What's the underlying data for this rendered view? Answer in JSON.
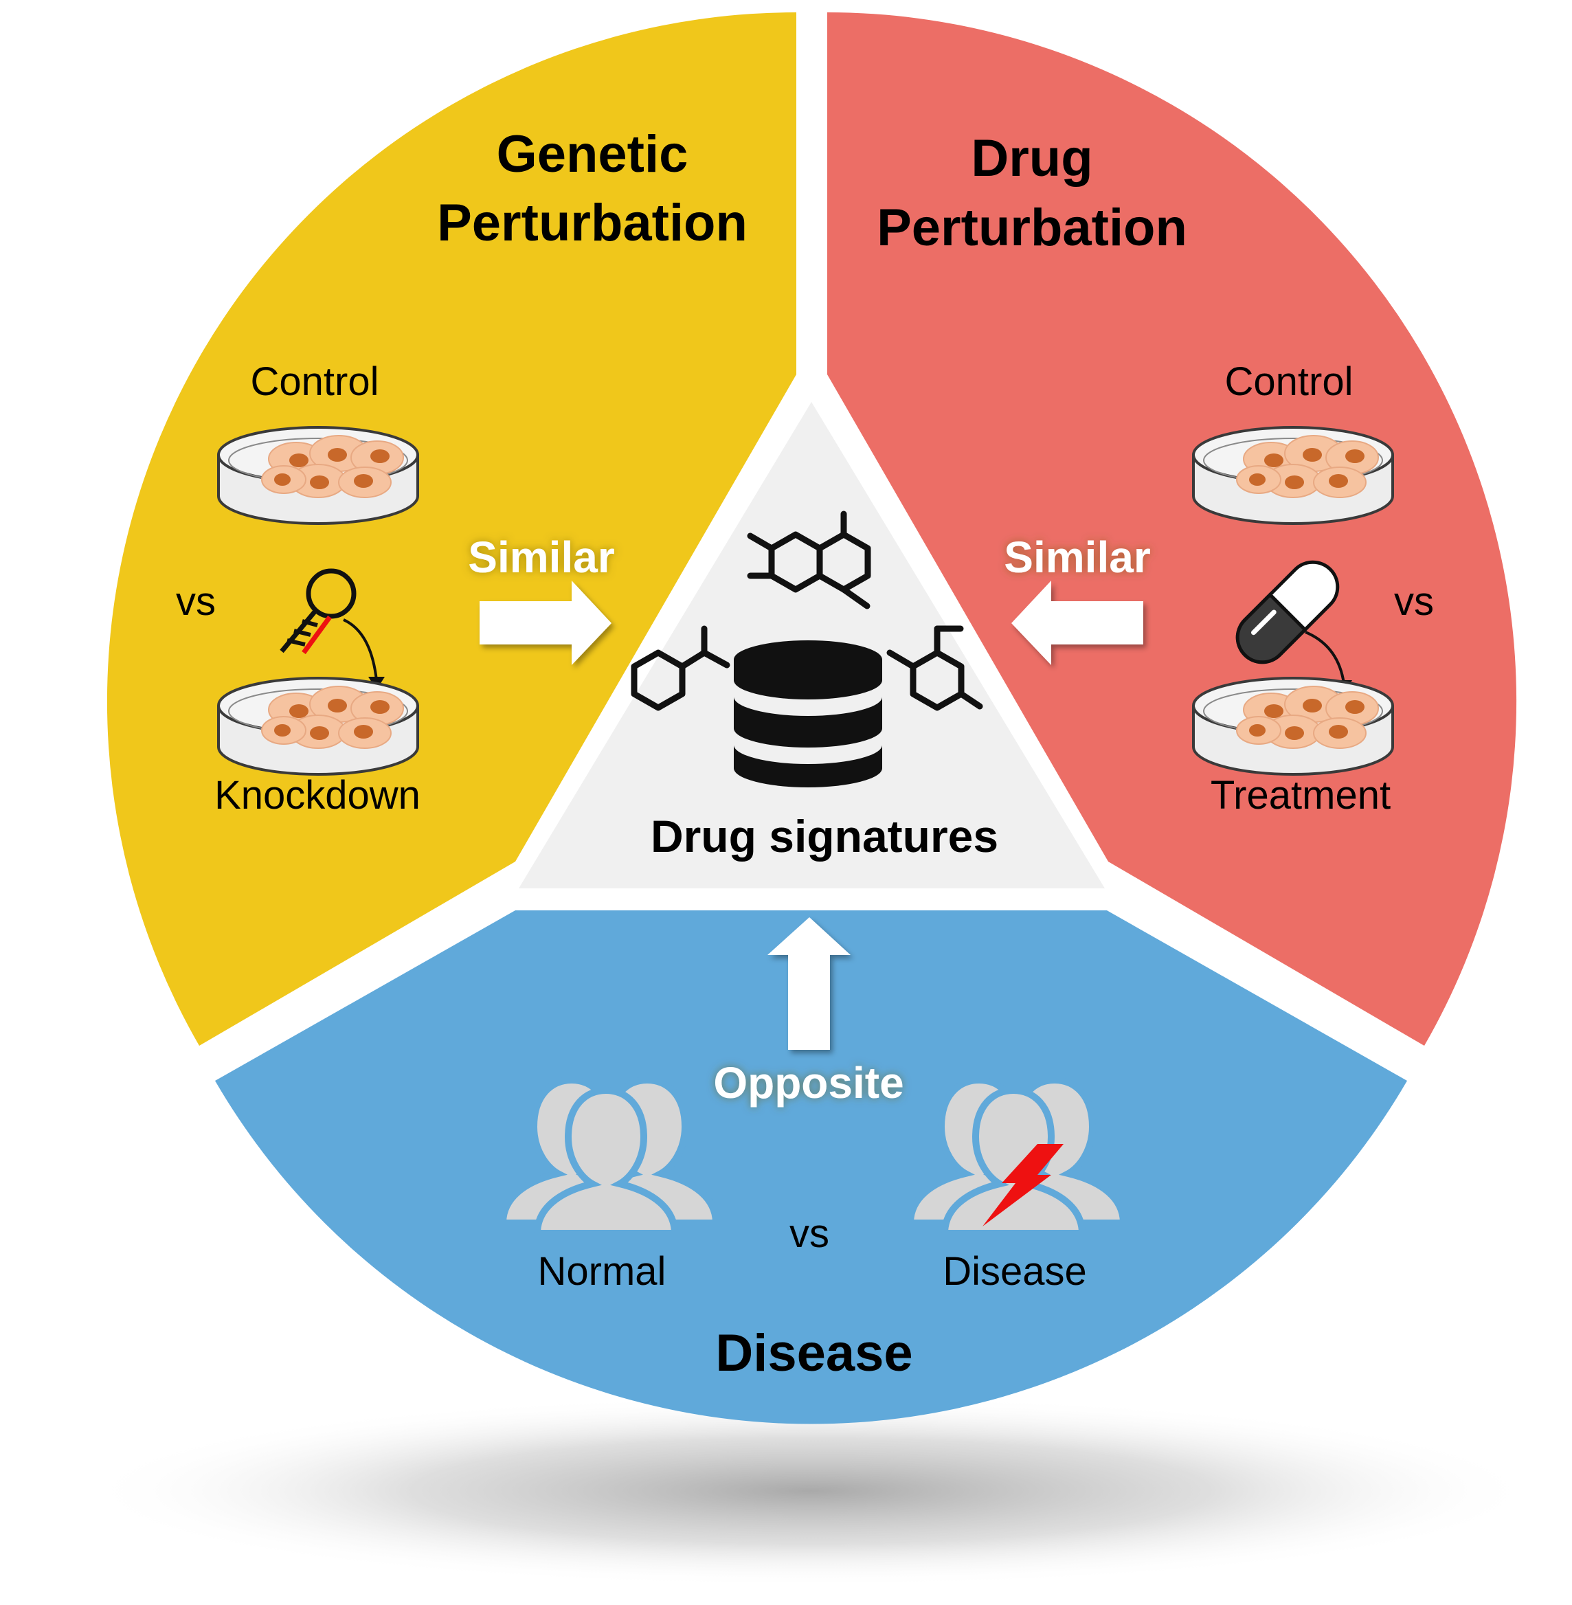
{
  "colors": {
    "genetic": "#f0c71b",
    "drug": "#ec6e66",
    "disease": "#60a9da",
    "center": "#f0f0f0",
    "people": "#d6d6d6",
    "cell_fill": "#f6c3a0",
    "cell_nucleus": "#c8682a",
    "bolt": "#ee1111"
  },
  "genetic": {
    "title_line1": "Genetic",
    "title_line2": "Perturbation",
    "control_label": "Control",
    "vs_label": "vs",
    "knockdown_label": "Knockdown",
    "relation_label": "Similar"
  },
  "drug": {
    "title_line1": "Drug",
    "title_line2": "Perturbation",
    "control_label": "Control",
    "vs_label": "vs",
    "treatment_label": "Treatment",
    "relation_label": "Similar"
  },
  "disease": {
    "title": "Disease",
    "relation_label": "Opposite",
    "normal_label": "Normal",
    "vs_label": "vs",
    "disease_label": "Disease"
  },
  "center": {
    "label": "Drug signatures"
  },
  "icons": {
    "dish": "petri-dish-icon",
    "shrna": "shrna-icon",
    "pill": "pill-icon",
    "database": "database-icon",
    "molecule": "molecule-icon",
    "people": "people-icon",
    "bolt": "lightning-bolt-icon"
  }
}
